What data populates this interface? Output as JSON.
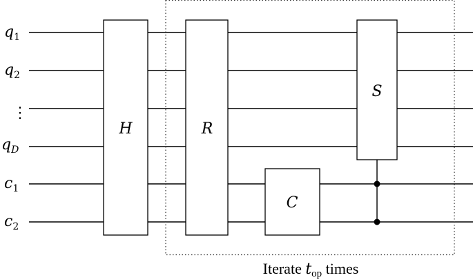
{
  "wires": [
    {
      "id": "q1",
      "label": "q",
      "subscript": "1"
    },
    {
      "id": "q2",
      "label": "q",
      "subscript": "2"
    },
    {
      "id": "ellipsis",
      "label": "⋮",
      "subscript": ""
    },
    {
      "id": "qD",
      "label": "q",
      "subscript": "D"
    },
    {
      "id": "c1",
      "label": "c",
      "subscript": "1"
    },
    {
      "id": "c2",
      "label": "c",
      "subscript": "2"
    }
  ],
  "gates": {
    "h": {
      "label": "H"
    },
    "r": {
      "label": "R"
    },
    "c": {
      "label": "C"
    },
    "s": {
      "label": "S"
    }
  },
  "iteration": {
    "prefix": "Iterate ",
    "var": "t",
    "var_sub": "op",
    "suffix": " times"
  }
}
